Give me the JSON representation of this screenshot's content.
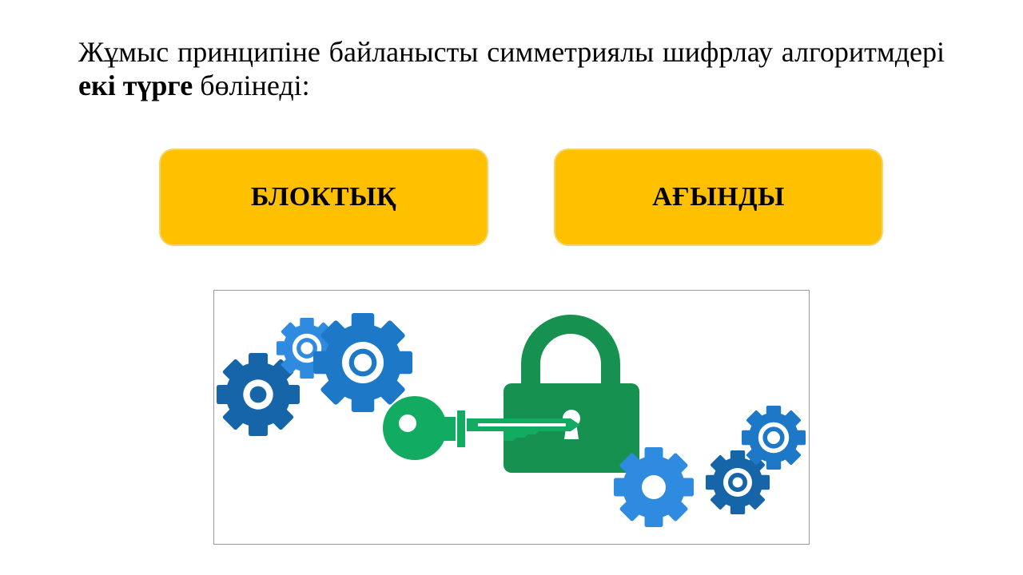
{
  "intro": {
    "part1": "Жұмыс принципіне байланысты симметриялы шифрлау алгоритмдері ",
    "bold": "екі түрге",
    "part2": " бөлінеді:"
  },
  "types": {
    "left": "БЛОКТЫҚ",
    "right": "АҒЫНДЫ"
  },
  "colors": {
    "box_fill": "#ffc000",
    "gear_dark": "#1565a8",
    "gear_light": "#2f8be0",
    "lock_green": "#16914f",
    "key_green": "#12ab62"
  },
  "illustration": {
    "icons": [
      "gear-icon",
      "lock-icon",
      "key-icon"
    ]
  }
}
